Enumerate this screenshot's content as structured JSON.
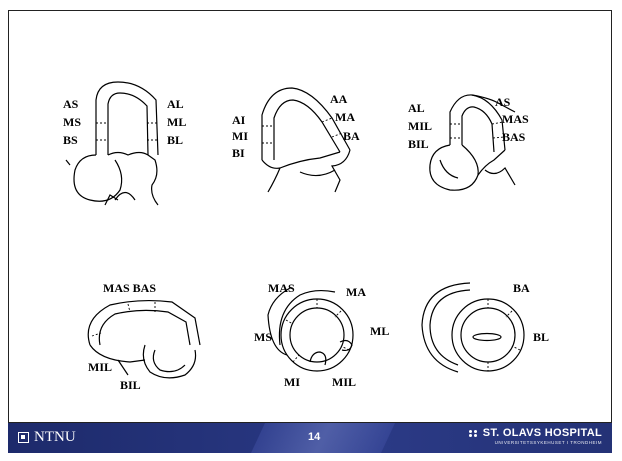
{
  "slide": {
    "page_number": "14",
    "footer_left": "NTNU",
    "footer_right": "ST. OLAVS HOSPITAL",
    "footer_right_sub": "UNIVERSITETSSYKEHUSET I TRONDHEIM",
    "accent": "#1d2a6b"
  },
  "diagrams": {
    "d1": {
      "labels": [
        "AS",
        "MS",
        "BS",
        "AL",
        "ML",
        "BL"
      ]
    },
    "d2": {
      "labels": [
        "AI",
        "MI",
        "BI",
        "AA",
        "MA",
        "BA"
      ]
    },
    "d3": {
      "labels": [
        "AL",
        "MIL",
        "BIL",
        "AS",
        "MAS",
        "BAS"
      ]
    },
    "d4": {
      "labels": [
        "MAS BAS",
        "MIL",
        "BIL"
      ]
    },
    "d5": {
      "labels": [
        "MAS",
        "MA",
        "MS",
        "ML",
        "MI",
        "MIL"
      ]
    },
    "d6": {
      "labels": [
        "BA",
        "BL"
      ]
    }
  }
}
